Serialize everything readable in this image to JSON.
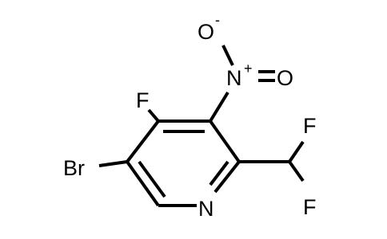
{
  "molecule": {
    "atoms": {
      "bromine": "Br",
      "ring_nitrogen": "N",
      "fluorine_ring": "F",
      "fluorine_chf2_top": "F",
      "fluorine_chf2_bottom": "F",
      "nitro_nitrogen": "N",
      "nitro_nitrogen_charge": "+",
      "nitro_oxygen_top": "O",
      "nitro_oxygen_top_charge": "-",
      "nitro_oxygen_right": "O"
    }
  }
}
